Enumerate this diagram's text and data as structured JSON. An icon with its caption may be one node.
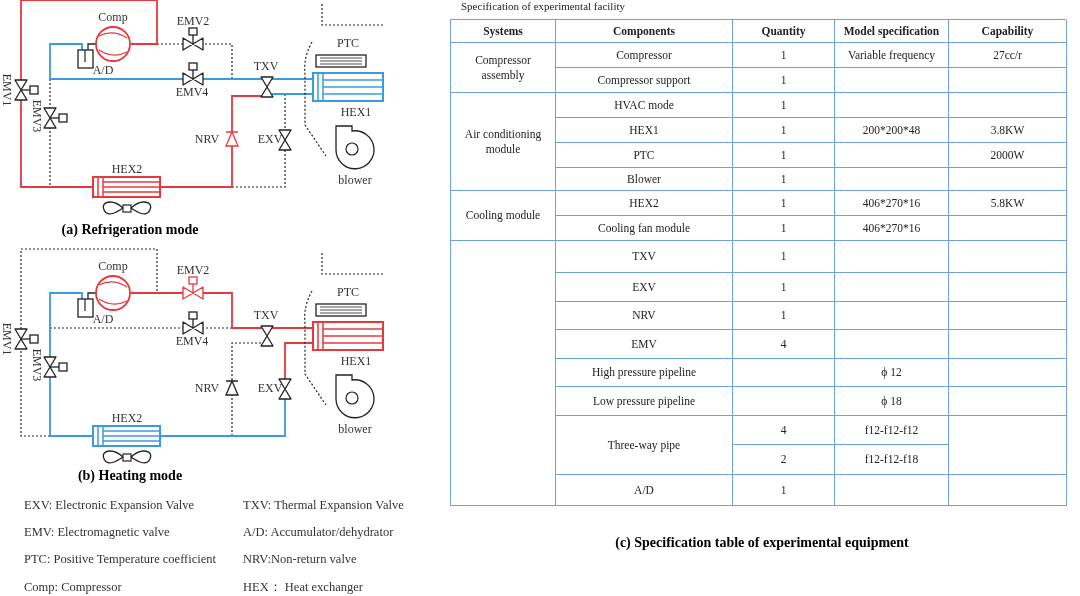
{
  "diagram": {
    "labels": [
      "Comp",
      "EMV2",
      "A/D",
      "EMV4",
      "TXV",
      "PTC",
      "EMV1",
      "EMV3",
      "HEX1",
      "NRV",
      "EXV",
      "HEX2",
      "blower",
      "(a) Refrigeration mode",
      "Comp",
      "EMV2",
      "A/D",
      "EMV4",
      "TXV",
      "PTC",
      "EMV1",
      "EMV3",
      "HEX1",
      "NRV",
      "EXV",
      "HEX2",
      "blower",
      "(b) Heating mode",
      "EXV: Electronic Expansion Valve",
      "TXV: Thermal Expansion Valve",
      "EMV: Electromagnetic valve",
      "A/D: Accumulator/dehydrator",
      "PTC: Positive Temperature coefficient",
      "NRV:Non-return valve",
      "Comp: Compressor",
      "HEX： Heat exchanger",
      "Specification of experimental facility",
      "Systems",
      "Components",
      "Quantity",
      "Model specification",
      "Capability",
      "Compressor assembly",
      "Compressor",
      "1",
      "Variable frequency",
      "27cc/r",
      "Compressor support",
      "1",
      "Air conditioning module",
      "HVAC mode",
      "1",
      "HEX1",
      "1",
      "200*200*48",
      "3.8KW",
      "PTC",
      "1",
      "2000W",
      "Blower",
      "1",
      "Cooling module",
      "HEX2",
      "1",
      "406*270*16",
      "5.8KW",
      "Cooling fan module",
      "1",
      "406*270*16",
      "TXV",
      "1",
      "EXV",
      "1",
      "NRV",
      "1",
      "EMV",
      "4",
      "High pressure pipeline",
      "ϕ 12",
      "Low pressure pipeline",
      "ϕ 18",
      "Three-way pipe",
      "4",
      "f12-f12-f12",
      "2",
      "f12-f12-f18",
      "A/D",
      "1",
      "(c) Specification table of experimental equipment"
    ]
  }
}
